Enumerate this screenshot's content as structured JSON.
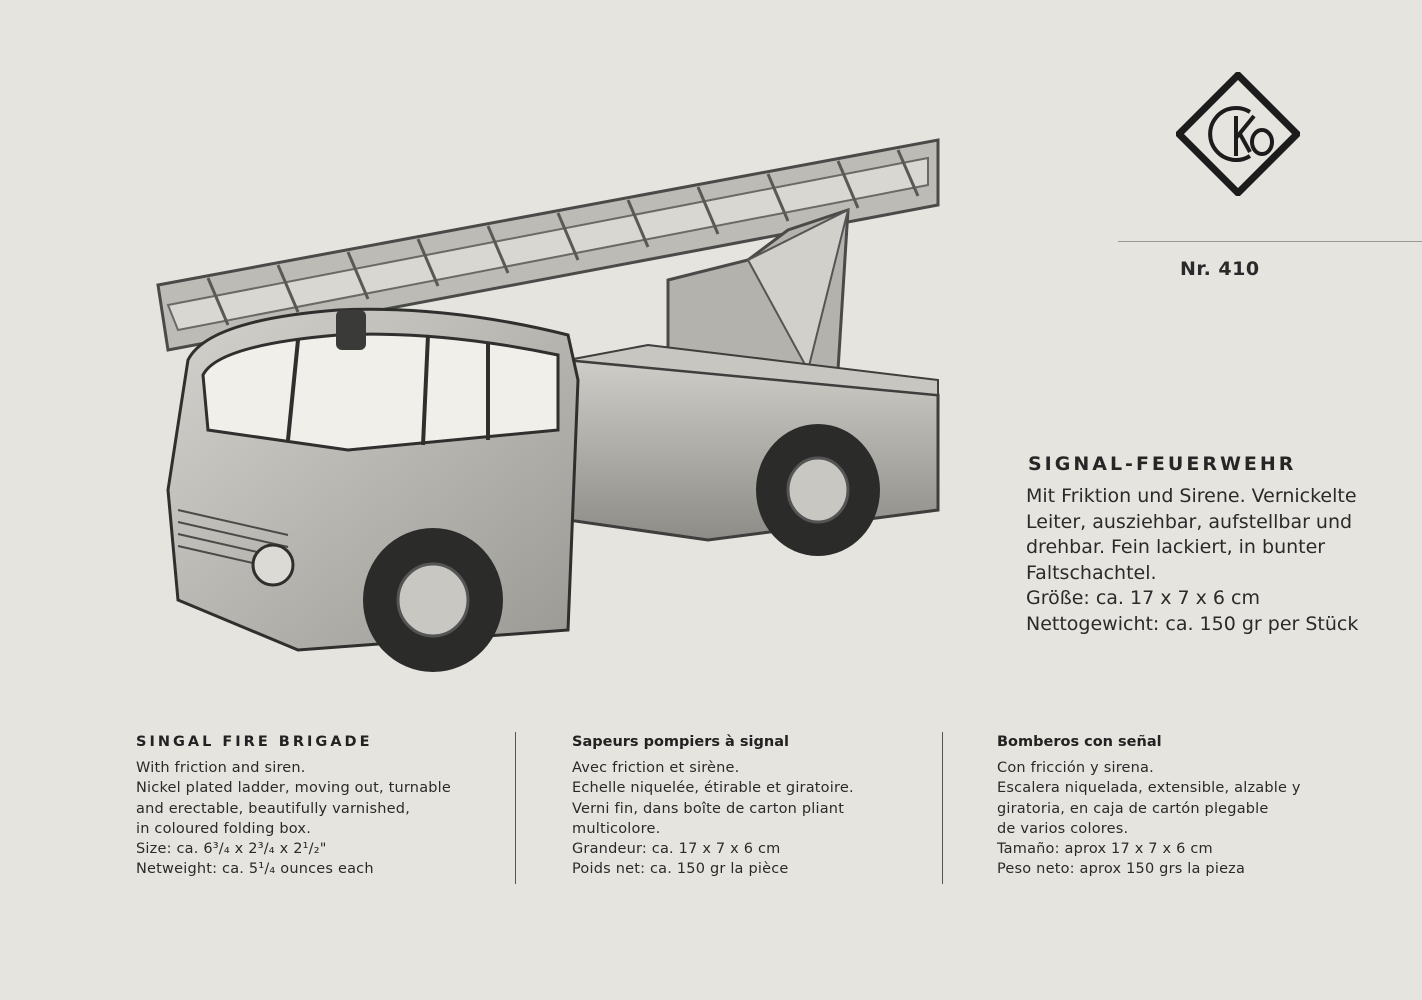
{
  "catalog": {
    "logo_letters": "CKO",
    "number": "Nr. 410"
  },
  "german": {
    "title": "SIGNAL-FEUERWEHR",
    "lines": [
      "Mit Friktion und Sirene. Vernickelte",
      "Leiter, ausziehbar, aufstellbar und",
      "drehbar. Fein lackiert, in bunter",
      "Faltschachtel.",
      "Größe: ca. 17 x 7 x 6 cm",
      "Nettogewicht: ca. 150 gr per Stück"
    ]
  },
  "english": {
    "title": "SINGAL FIRE BRIGADE",
    "lines": [
      "With friction and siren.",
      "Nickel plated ladder, moving out, turnable",
      "and erectable, beautifully varnished,",
      "in coloured folding box.",
      "Size: ca. 6³/₄ x 2³/₄ x 2¹/₂\"",
      "Netweight: ca. 5¹/₄ ounces each"
    ]
  },
  "french": {
    "title": "Sapeurs pompiers à signal",
    "lines": [
      "Avec friction et sirène.",
      "Echelle niquelée, étirable et giratoire.",
      "Verni fin, dans boîte de carton pliant",
      "multicolore.",
      "Grandeur: ca. 17 x 7 x 6 cm",
      "Poids net: ca. 150 gr la pièce"
    ]
  },
  "spanish": {
    "title": "Bomberos con señal",
    "lines": [
      "Con fricción y sirena.",
      "Escalera niquelada, extensible, alzable y",
      "giratoria, en caja de cartón plegable",
      "de varios colores.",
      "Tamaño: aprox 17 x 7 x 6 cm",
      "Peso neto: aprox 150 grs la pieza"
    ]
  },
  "illustration": {
    "subject": "fire-truck-with-ladder-icon"
  }
}
